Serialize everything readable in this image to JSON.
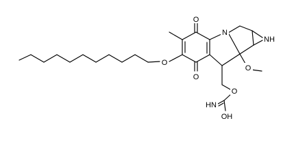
{
  "atoms": {
    "o_top": "O",
    "o_bottom": "O",
    "n_ring": "N",
    "nh_aziridine": "NH",
    "o_ether": "O",
    "o_methoxy": "O",
    "methoxy_group": "OCH3",
    "o_carbamate": "O",
    "nh_carbamate": "HN",
    "oh_carbamate": "OH"
  }
}
